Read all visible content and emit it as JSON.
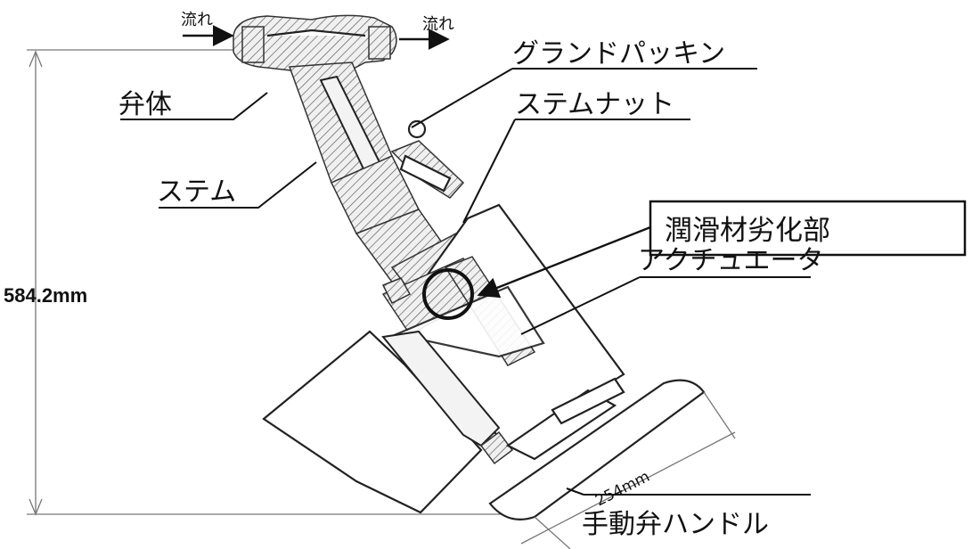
{
  "labels": {
    "flow_in": "流れ",
    "flow_out": "流れ",
    "gland_packing": "グランドパッキン",
    "valve_body": "弁体",
    "stem_nut": "ステムナット",
    "stem": "ステム",
    "lubricant_degradation": "潤滑材劣化部",
    "actuator": "アクチュエータ",
    "manual_handle": "手動弁ハンドル",
    "height_dimension": "584.2mm",
    "handle_dimension": "254mm"
  }
}
